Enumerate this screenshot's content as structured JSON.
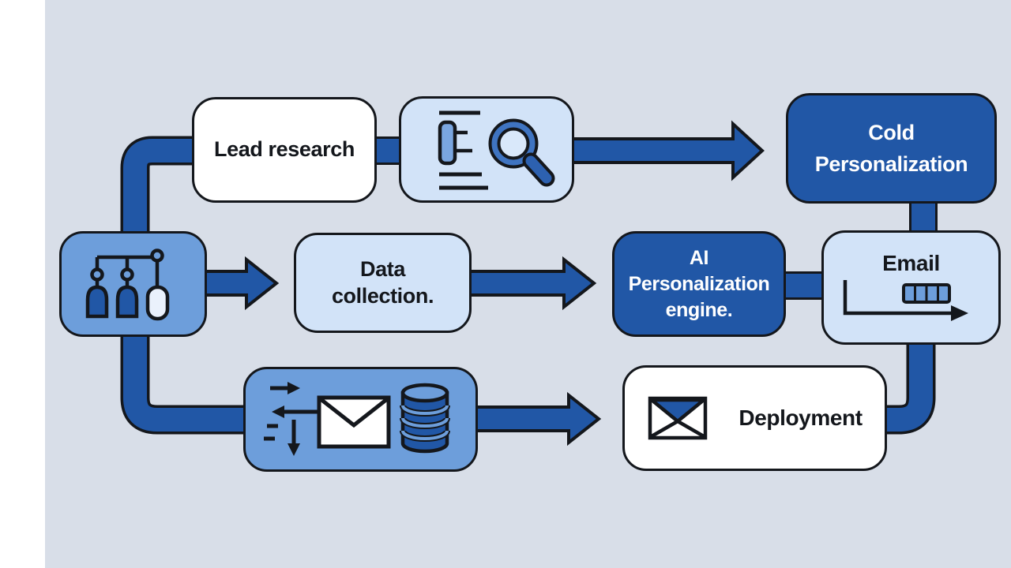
{
  "canvas": {
    "background_color": "#d8dee8",
    "left_stripe_color": "#ffffff",
    "connector_color": "#2157a6",
    "outline_color": "#14171c",
    "node_colors": {
      "white": "#ffffff",
      "light_blue": "#d2e3f8",
      "medium_blue": "#6d9edb",
      "dark_blue": "#2157a6"
    }
  },
  "nodes": {
    "lead_research": {
      "label": "Lead research"
    },
    "search": {
      "icon": "list-search-icon"
    },
    "cold_personalization": {
      "label": "Cold\nPersonalization"
    },
    "lead_sources": {
      "icon": "lead-sources-icon"
    },
    "data_collection": {
      "label": "Data\ncollection."
    },
    "ai_engine": {
      "label": "AI\nPersonalization\nengine."
    },
    "email": {
      "label": "Email",
      "icon": "email-send-icon"
    },
    "pipeline": {
      "icons": [
        "sync-arrows-icon",
        "envelope-icon",
        "database-icon"
      ]
    },
    "deployment": {
      "label": "Deployment",
      "icon": "envelope-icon"
    }
  }
}
